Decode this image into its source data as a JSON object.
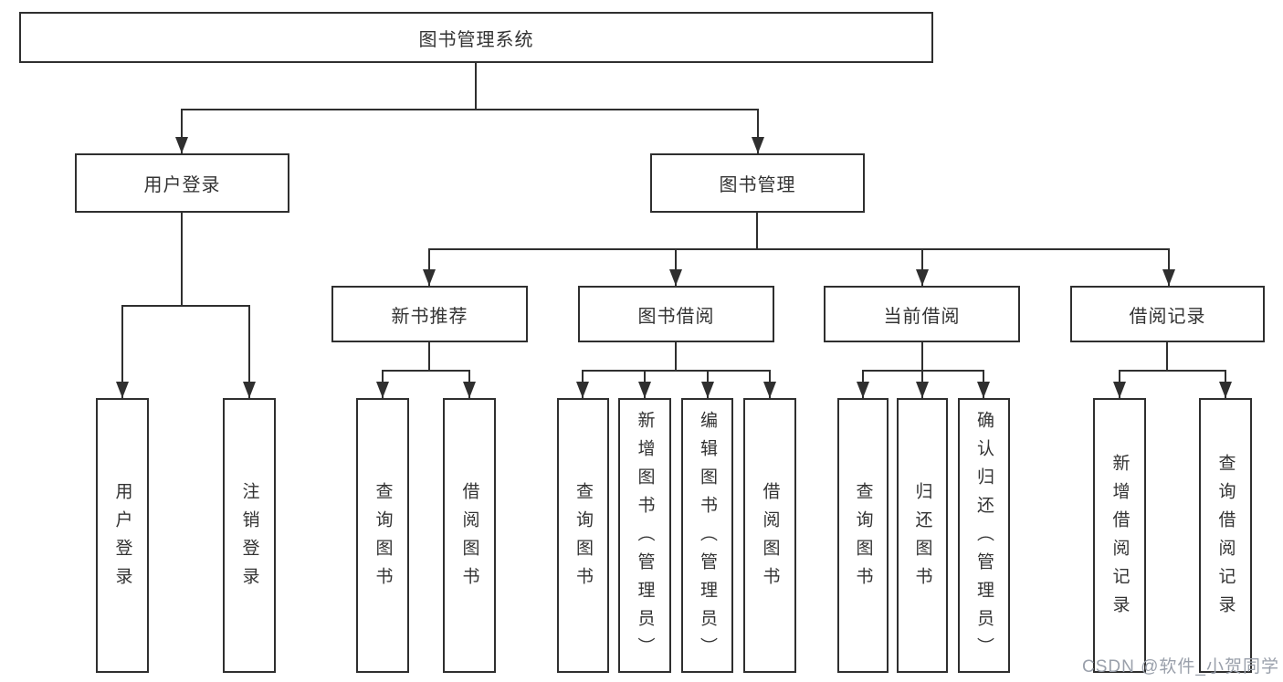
{
  "diagram_title": "图书管理系统",
  "tree": {
    "root": {
      "label": "图书管理系统",
      "children": [
        {
          "label": "用户登录",
          "children": [
            {
              "label": "用户登录"
            },
            {
              "label": "注销登录"
            }
          ]
        },
        {
          "label": "图书管理",
          "children": [
            {
              "label": "新书推荐",
              "children": [
                {
                  "label": "查询图书"
                },
                {
                  "label": "借阅图书"
                }
              ]
            },
            {
              "label": "图书借阅",
              "children": [
                {
                  "label": "查询图书"
                },
                {
                  "label": "新增图书（管理员）"
                },
                {
                  "label": "编辑图书（管理员）"
                },
                {
                  "label": "借阅图书"
                }
              ]
            },
            {
              "label": "当前借阅",
              "children": [
                {
                  "label": "查询图书"
                },
                {
                  "label": "归还图书"
                },
                {
                  "label": "确认归还（管理员）"
                }
              ]
            },
            {
              "label": "借阅记录",
              "children": [
                {
                  "label": "新增借阅记录"
                },
                {
                  "label": "查询借阅记录"
                }
              ]
            }
          ]
        }
      ]
    }
  },
  "watermark": {
    "text": "CSDN @软件_小贺同学"
  },
  "colors": {
    "line": "#2f2f2f",
    "text": "#333333",
    "box_background": "#ffffff",
    "watermark": "#9aa0ab",
    "page_background": "#ffffff"
  }
}
